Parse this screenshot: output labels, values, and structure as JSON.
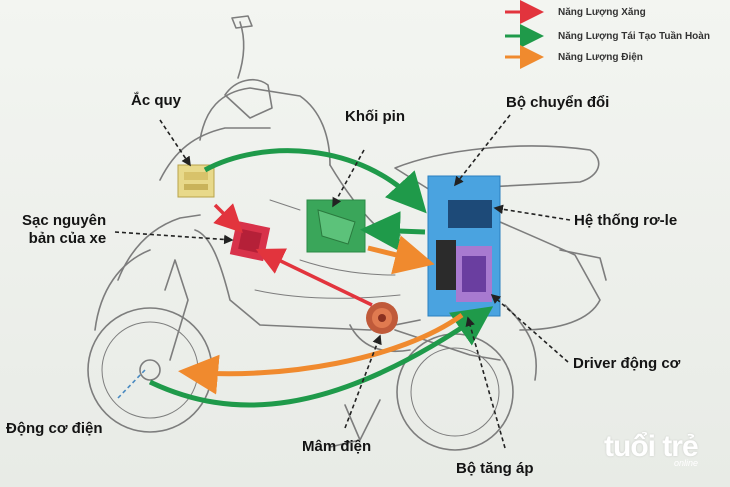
{
  "legend": [
    {
      "label": "Năng Lượng Xăng",
      "color": "#e2343d"
    },
    {
      "label": "Năng Lượng Tái Tạo Tuần Hoàn",
      "color": "#1f9a4a"
    },
    {
      "label": "Năng Lượng Điện",
      "color": "#f08a2e"
    }
  ],
  "labels": {
    "ac_quy": "Ắc quy",
    "khoi_pin": "Khối pin",
    "bo_chuyen_doi": "Bộ chuyển đổi",
    "sac_line1": "Sạc nguyên",
    "sac_line2": "bản của xe",
    "he_thong_ro_le": "Hệ thống rơ-le",
    "driver_dong_co": "Driver động cơ",
    "dong_co_dien": "Động cơ điện",
    "mam_dien": "Mâm điện",
    "bo_tang_ap": "Bộ tăng áp"
  },
  "watermark": {
    "main": "tuổi trẻ",
    "sub": "online"
  },
  "colors": {
    "petrol": "#e2343d",
    "regen": "#1f9a4a",
    "electric": "#f08a2e",
    "converter": "#4aa3e0",
    "battery": "#3aa65a",
    "charger": "#d8324a",
    "acquy": "#e8d98a",
    "wheel_motor": "#c05a3a"
  }
}
